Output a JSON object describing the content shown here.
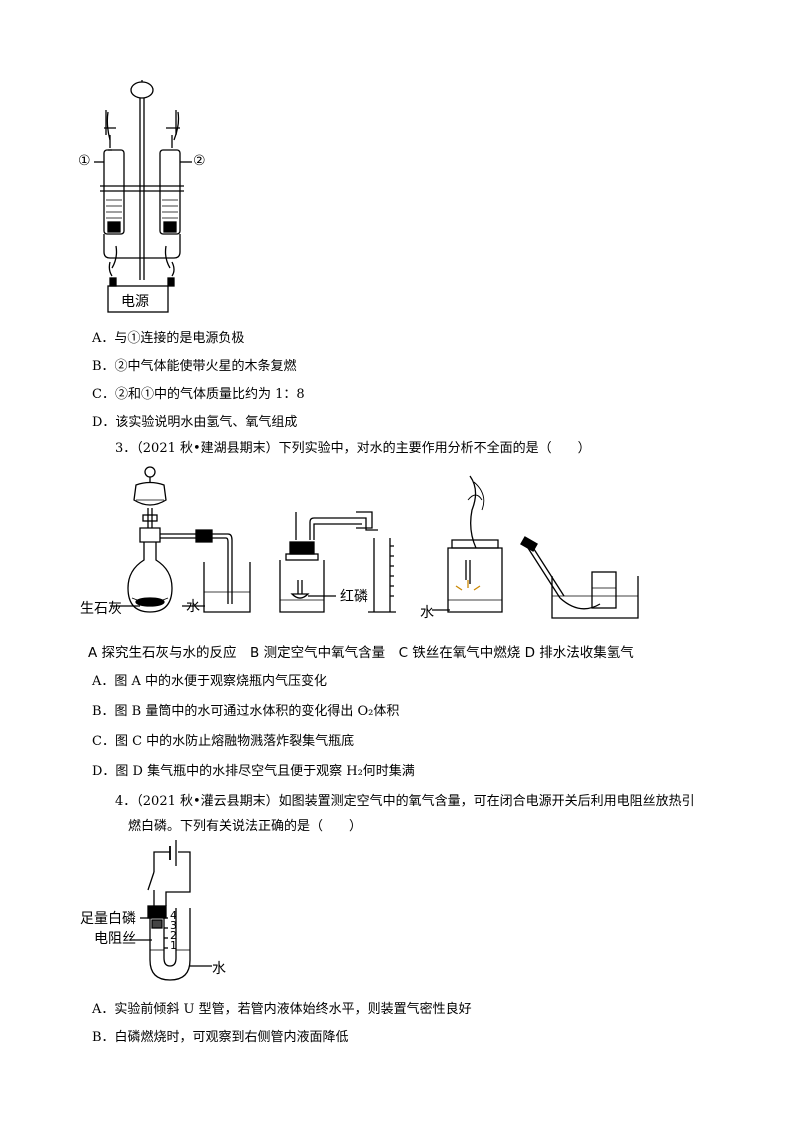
{
  "figure1": {
    "label_1": "①",
    "label_2": "②",
    "power": "电源"
  },
  "q2_options": [
    "A．与①连接的是电源负极",
    "B．②中气体能使带火星的木条复燃",
    "C．②和①中的气体质量比约为 1：8",
    "D．该实验说明水由氢气、氧气组成"
  ],
  "q3": {
    "stem": "3．（2021 秋•建湖县期末）下列实验中，对水的主要作用分析不全面的是（　　）",
    "labels": {
      "lime": "生石灰",
      "water_a": "水",
      "red_p": "红磷",
      "water_c": "水"
    },
    "captions": "A 探究生石灰与水的反应　B 测定空气中氧气含量　C 铁丝在氧气中燃烧 D 排水法收集氢气",
    "options": [
      "A．图 A 中的水便于观察烧瓶内气压变化",
      "B．图 B 量筒中的水可通过水体积的变化得出 O₂体积",
      "C．图 C 中的水防止熔融物溅落炸裂集气瓶底",
      "D．图 D 集气瓶中的水排尽空气且便于观察 H₂何时集满"
    ]
  },
  "q4": {
    "stem_line1": "4．（2021 秋•灌云县期末）如图装置测定空气中的氧气含量，可在闭合电源开关后利用电阻丝放热引",
    "stem_line2": "燃白磷。下列有关说法正确的是（　　）",
    "labels": {
      "phosphorus": "足量白磷",
      "wire": "电阻丝",
      "water": "水",
      "marks": [
        "4",
        "3",
        "2",
        "1"
      ]
    },
    "options": [
      "A．实验前倾斜 U 型管，若管内液体始终水平，则装置气密性良好",
      "B．白磷燃烧时，可观察到右侧管内液面降低"
    ]
  }
}
